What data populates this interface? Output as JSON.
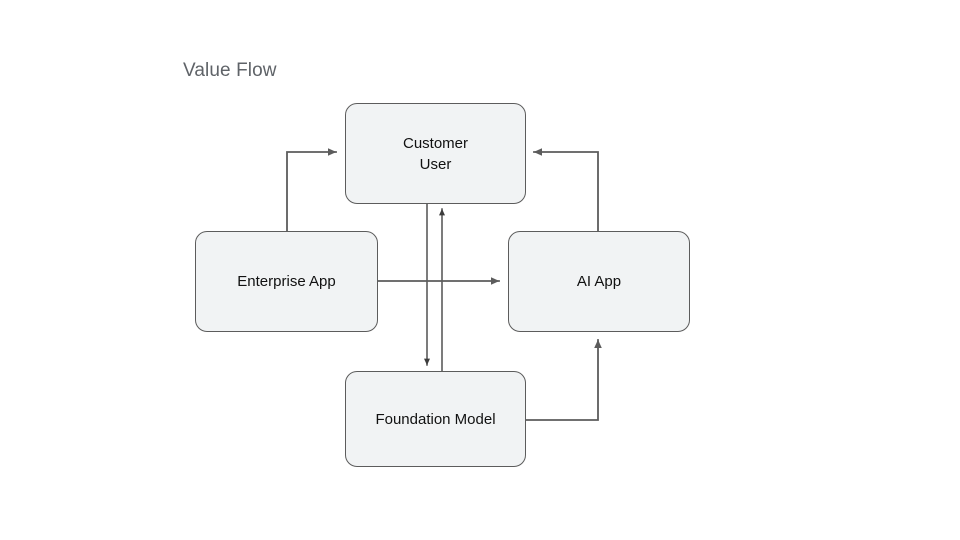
{
  "diagram": {
    "title": "Value Flow",
    "title_color": "#5f6368",
    "background_color": "#ffffff",
    "node_fill_color": "#f1f3f4",
    "node_border_color": "#5c5c5c",
    "edge_color": "#5c5c5c",
    "text_color": "#111111",
    "nodes": [
      {
        "id": "customer-user",
        "label": "Customer\nUser"
      },
      {
        "id": "enterprise-app",
        "label": "Enterprise App"
      },
      {
        "id": "ai-app",
        "label": "AI App"
      },
      {
        "id": "foundation-model",
        "label": "Foundation Model"
      }
    ],
    "edges": [
      {
        "id": "enterprise-app-to-customer-user",
        "from": "Enterprise App",
        "to": "Customer User",
        "style": "elbow",
        "arrow": "end"
      },
      {
        "id": "ai-app-to-customer-user",
        "from": "AI App",
        "to": "Customer User",
        "style": "elbow",
        "arrow": "end"
      },
      {
        "id": "enterprise-app-to-ai-app",
        "from": "Enterprise App",
        "to": "AI App",
        "style": "straight",
        "arrow": "end"
      },
      {
        "id": "foundation-model-to-ai-app",
        "from": "Foundation Model",
        "to": "AI App",
        "style": "elbow",
        "arrow": "end"
      },
      {
        "id": "customer-user-to-foundation-model",
        "from": "Customer User",
        "to": "Foundation Model",
        "style": "straight",
        "arrow": "end"
      },
      {
        "id": "foundation-model-to-customer-user",
        "from": "Foundation Model",
        "to": "Customer User",
        "style": "straight",
        "arrow": "end"
      }
    ]
  }
}
